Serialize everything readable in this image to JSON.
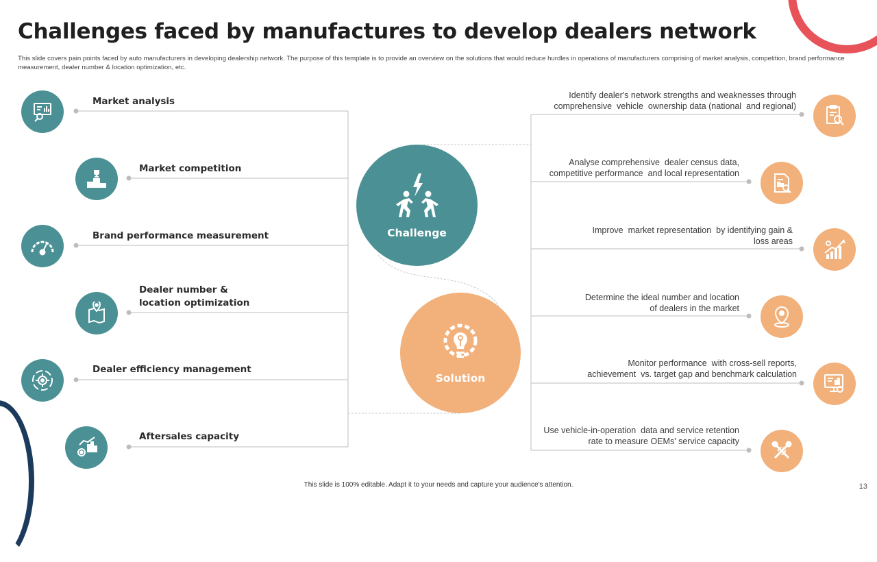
{
  "title": "Challenges faced by manufactures to develop dealers network",
  "subtitle": "This slide covers pain points faced by auto manufacturers in developing dealership network. The purpose of this template is to provide an overview on the solutions that would reduce hurdles in operations of manufacturers comprising of market analysis, competition, brand performance measurement, dealer number & location optimization, etc.",
  "challenge_label": "Challenge",
  "solution_label": "Solution",
  "challenges": [
    {
      "label": "Market analysis",
      "icon": "analytics-screen-icon"
    },
    {
      "label": "Market competition",
      "icon": "podium-icon"
    },
    {
      "label": "Brand performance measurement",
      "icon": "gauge-icon"
    },
    {
      "label": "Dealer number &\nlocation optimization",
      "icon": "map-pin-icon"
    },
    {
      "label": "Dealer efficiency management",
      "icon": "gears-cycle-icon"
    },
    {
      "label": "Aftersales capacity",
      "icon": "chart-gear-icon"
    }
  ],
  "solutions": [
    {
      "text": "Identify dealer's network strengths and weaknesses through\ncomprehensive  vehicle  ownership data (national  and regional)",
      "icon": "report-search-icon"
    },
    {
      "text": "Analyse comprehensive  dealer census data,\ncompetitive performance  and local representation",
      "icon": "document-search-icon"
    },
    {
      "text": "Improve  market representation  by identifying gain &\nloss areas",
      "icon": "growth-chart-icon"
    },
    {
      "text": "Determine the ideal number and location\nof dealers in the market",
      "icon": "location-pin-icon"
    },
    {
      "text": "Monitor performance  with cross-sell reports,\nachievement  vs. target gap and benchmark calculation",
      "icon": "monitor-analytics-icon"
    },
    {
      "text": "Use vehicle-in-operation  data and service retention\nrate to measure OEMs' service capacity",
      "icon": "tools-icon"
    }
  ],
  "footer": "This slide is 100% editable.  Adapt it to your needs and capture your audience's attention.",
  "page_number": "13",
  "colors": {
    "teal": "#4a9095",
    "orange": "#f2b07a",
    "accent_red": "#e8535a",
    "navy": "#1b3a5c"
  }
}
